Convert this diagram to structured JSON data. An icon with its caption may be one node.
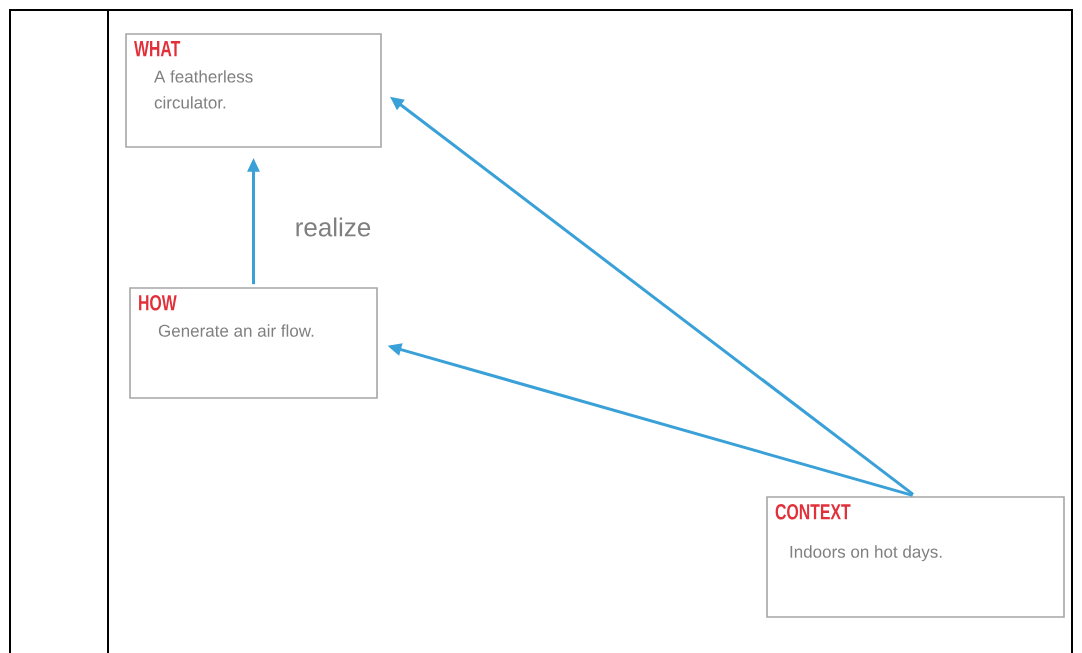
{
  "diagram": {
    "nodes": [
      {
        "text": [
          "WHAT",
          "A featherless circulator."
        ]
      },
      {
        "text": [
          "HOW",
          "Generate an air flow."
        ]
      },
      {
        "text": [
          "CONTEXT",
          "Indoors on hot days."
        ]
      }
    ],
    "edges": [
      {
        "from": 1,
        "to": 0,
        "arrow": "to",
        "label": "realize"
      },
      {
        "from": 2,
        "to": 0,
        "arrow": "to"
      },
      {
        "from": 2,
        "to": 1,
        "arrow": "to"
      }
    ]
  }
}
